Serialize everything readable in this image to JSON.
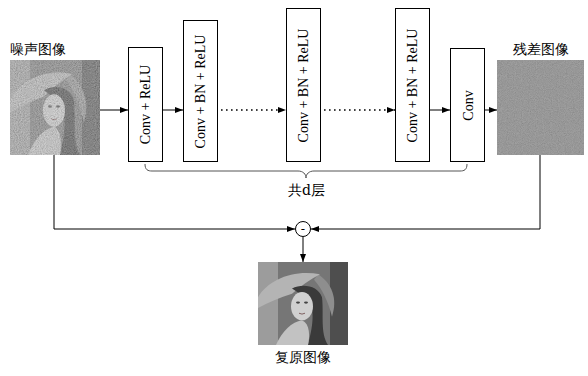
{
  "diagram": {
    "nodes": [
      {
        "text": [
          "噪声图像"
        ]
      },
      {
        "text": [
          "Conv + ReLU"
        ]
      },
      {
        "text": [
          "Conv + BN + ReLU"
        ]
      },
      {
        "text": [
          "Conv + BN + ReLU"
        ]
      },
      {
        "text": [
          "Conv + BN + ReLU"
        ]
      },
      {
        "text": [
          "Conv"
        ]
      },
      {
        "text": [
          "残差图像"
        ]
      },
      {
        "text": [
          "-"
        ]
      },
      {
        "text": [
          "复原图像"
        ]
      }
    ],
    "edges": [
      {
        "from": 0,
        "to": 1,
        "arrow": "to"
      },
      {
        "from": 1,
        "to": 2,
        "arrow": "to"
      },
      {
        "from": 2,
        "to": 3,
        "arrow": "to"
      },
      {
        "from": 3,
        "to": 4,
        "arrow": "to"
      },
      {
        "from": 4,
        "to": 5,
        "arrow": "to"
      },
      {
        "from": 5,
        "to": 6,
        "arrow": "to"
      },
      {
        "from": 0,
        "to": 7,
        "arrow": "to"
      },
      {
        "from": 6,
        "to": 7,
        "arrow": "to"
      },
      {
        "from": 7,
        "to": 8,
        "arrow": "to"
      }
    ],
    "labels": [
      "共d层"
    ]
  }
}
